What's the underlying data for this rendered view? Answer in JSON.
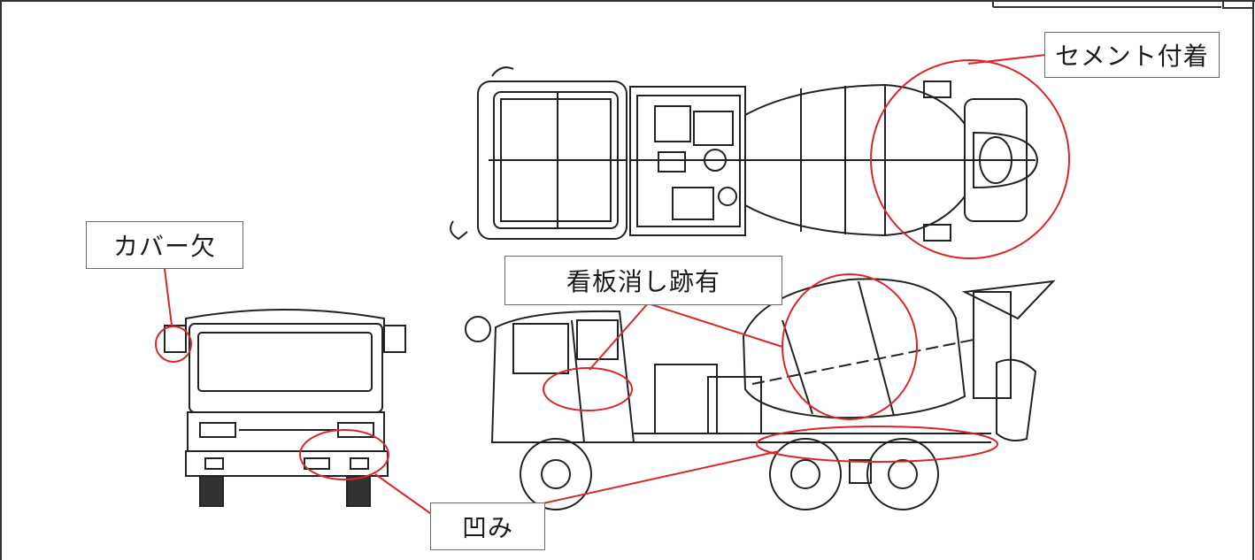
{
  "callouts": {
    "cement": "セメント付着",
    "cover_missing": "カバー欠",
    "sign_erased": "看板消し跡有",
    "dent": "凹み"
  },
  "colors": {
    "highlight": "#d9262c",
    "line_art": "#222222",
    "frame": "#333333"
  }
}
